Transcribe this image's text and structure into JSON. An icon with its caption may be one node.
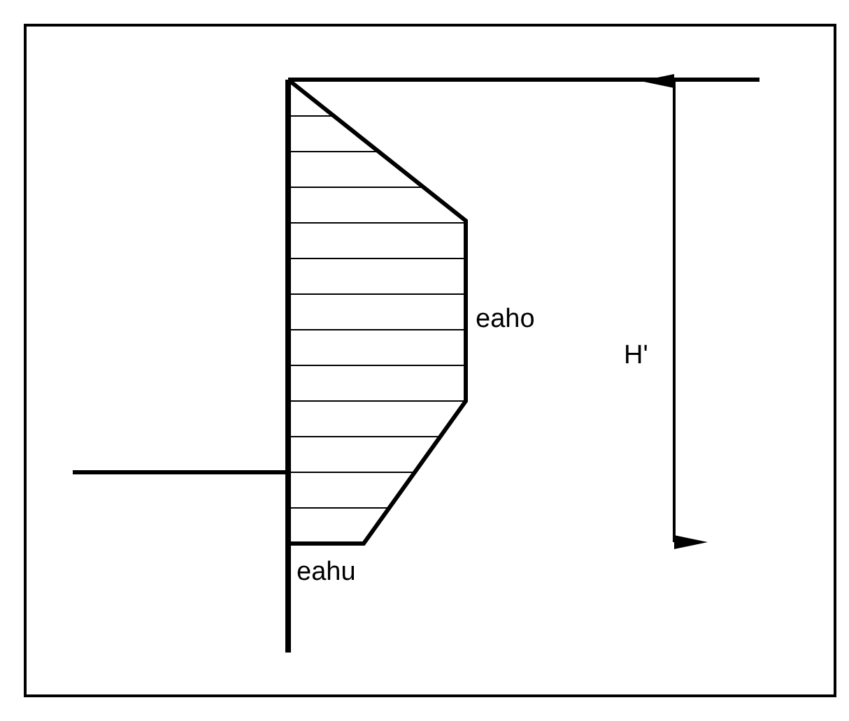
{
  "diagram": {
    "labels": [
      "H'",
      "eaho",
      "eahu"
    ]
  }
}
